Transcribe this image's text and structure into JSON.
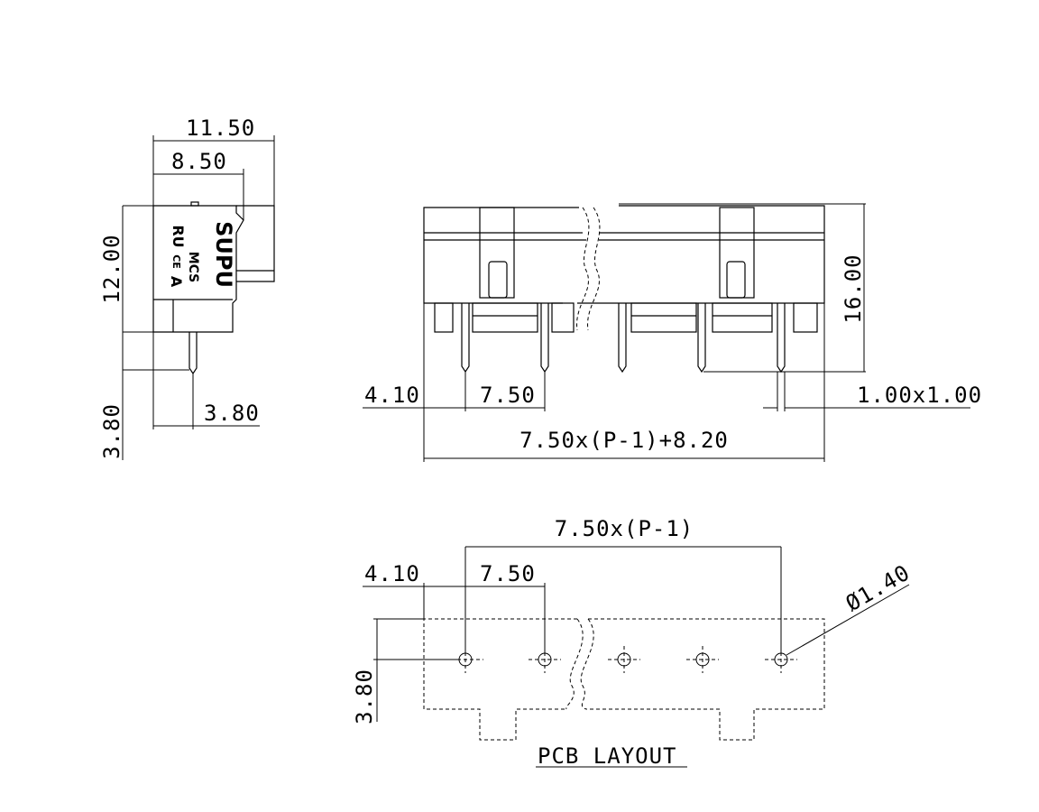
{
  "side_view": {
    "dim_width_total": "11.50",
    "dim_width_body": "8.50",
    "dim_height_body": "12.00",
    "dim_pin_length": "3.80",
    "dim_pin_offset": "3.80",
    "marking_brand": "SUPU",
    "marking_series": "MCS",
    "marking_cert_ru": "RU",
    "marking_cert_ce": "CE",
    "marking_triangle": "A"
  },
  "front_view": {
    "dim_height": "16.00",
    "dim_edge_offset": "4.10",
    "dim_pitch": "7.50",
    "dim_pin_section": "1.00x1.00",
    "dim_total_length": "7.50x(P-1)+8.20"
  },
  "pcb_layout": {
    "dim_span": "7.50x(P-1)",
    "dim_edge_offset": "4.10",
    "dim_pitch": "7.50",
    "dim_hole_diameter": "Ø1.40",
    "dim_row_offset": "3.80",
    "title": "PCB LAYOUT"
  }
}
